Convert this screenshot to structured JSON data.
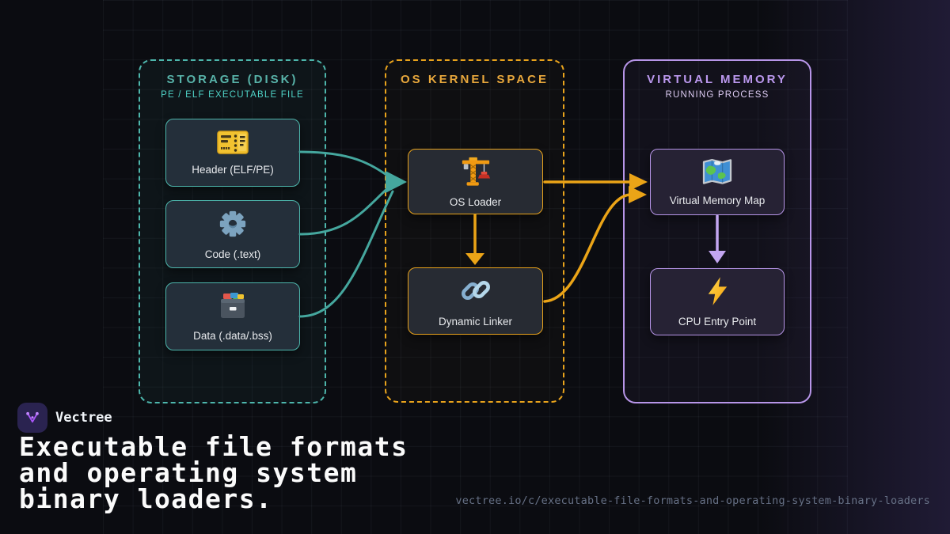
{
  "meta": {
    "brand": "Vectree",
    "title_lines": [
      "Executable file formats",
      "and operating system",
      "binary loaders."
    ],
    "url": "vectree.io/c/executable-file-formats-and-operating-system-binary-loaders"
  },
  "panels": [
    {
      "id": "storage",
      "title": "STORAGE (DISK)",
      "subtitle": "PE / ELF EXECUTABLE FILE",
      "accent": "#4db6ac",
      "border_style": "dashed",
      "nodes": [
        {
          "label": "Header (ELF/PE)",
          "icon": "id-card-icon"
        },
        {
          "label": "Code (.text)",
          "icon": "gear-icon"
        },
        {
          "label": "Data (.data/.bss)",
          "icon": "card-file-box-icon"
        }
      ]
    },
    {
      "id": "kernel",
      "title": "OS KERNEL SPACE",
      "subtitle": "",
      "accent": "#e9a31c",
      "border_style": "dashed",
      "nodes": [
        {
          "label": "OS Loader",
          "icon": "crane-icon"
        },
        {
          "label": "Dynamic Linker",
          "icon": "chain-link-icon"
        }
      ]
    },
    {
      "id": "vm",
      "title": "VIRTUAL MEMORY",
      "subtitle": "RUNNING PROCESS",
      "accent": "#b795e8",
      "border_style": "solid",
      "nodes": [
        {
          "label": "Virtual Memory Map",
          "icon": "world-map-icon"
        },
        {
          "label": "CPU Entry Point",
          "icon": "lightning-bolt-icon"
        }
      ]
    }
  ],
  "edges": [
    {
      "from": "Header (ELF/PE)",
      "to": "OS Loader",
      "color": "#45a79e"
    },
    {
      "from": "Code (.text)",
      "to": "OS Loader",
      "color": "#45a79e"
    },
    {
      "from": "Data (.data/.bss)",
      "to": "OS Loader",
      "color": "#45a79e"
    },
    {
      "from": "OS Loader",
      "to": "Virtual Memory Map",
      "color": "#eba417"
    },
    {
      "from": "OS Loader",
      "to": "Dynamic Linker",
      "color": "#eba417"
    },
    {
      "from": "Dynamic Linker",
      "to": "Virtual Memory Map",
      "color": "#eba417"
    },
    {
      "from": "Virtual Memory Map",
      "to": "CPU Entry Point",
      "color": "#c3a6f1"
    }
  ],
  "colors": {
    "background": "#0b0c11",
    "teal": "#45a79e",
    "orange": "#eba417",
    "purple": "#c3a6f1",
    "node_bg": "#242f3a"
  }
}
